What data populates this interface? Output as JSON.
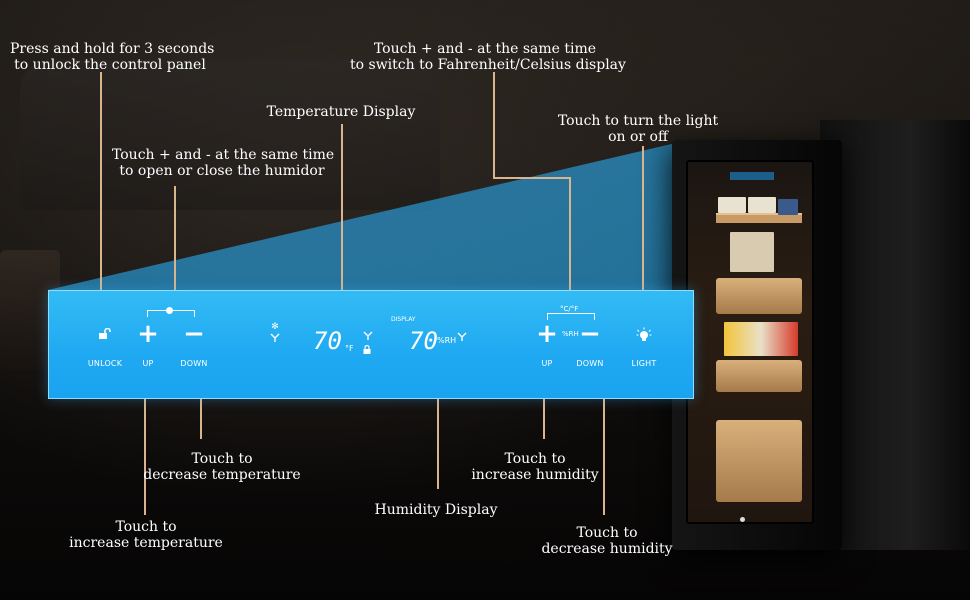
{
  "panel": {
    "unlock_label": "UNLOCK",
    "up_label": "UP",
    "down_label": "DOWN",
    "temp_value": "70",
    "temp_unit": "°F",
    "humidity_header": "DISPLAY",
    "humidity_value": "70",
    "humidity_unit": "%RH",
    "humidity_bracket_label": "°C/°F",
    "humidity_button_unit": "%RH",
    "hum_up_label": "UP",
    "hum_down_label": "DOWN",
    "light_label": "LIGHT",
    "plus_glyph": "+",
    "minus_glyph": "−"
  },
  "callouts": {
    "unlock": [
      "Press and hold for 3 seconds",
      "to unlock the control panel"
    ],
    "humidor": [
      "Touch + and - at the same time",
      "to open or close the humidor"
    ],
    "temperature_display": [
      "Temperature Display"
    ],
    "fahrenheit": [
      "Touch + and - at the same time",
      "to switch to Fahrenheit/Celsius display"
    ],
    "light": [
      "Touch to turn the light",
      "on or off"
    ],
    "increase_temperature": [
      "Touch to",
      "increase temperature"
    ],
    "decrease_temperature": [
      "Touch to",
      "decrease temperature"
    ],
    "humidity_display": [
      "Humidity Display"
    ],
    "increase_humidity": [
      "Touch to",
      "increase humidity"
    ],
    "decrease_humidity": [
      "Touch to",
      "decrease humidity"
    ]
  },
  "colors": {
    "panel_blue": "#1fa9f2",
    "callout_line": "#d9b48c",
    "text_white": "#ffffff"
  }
}
